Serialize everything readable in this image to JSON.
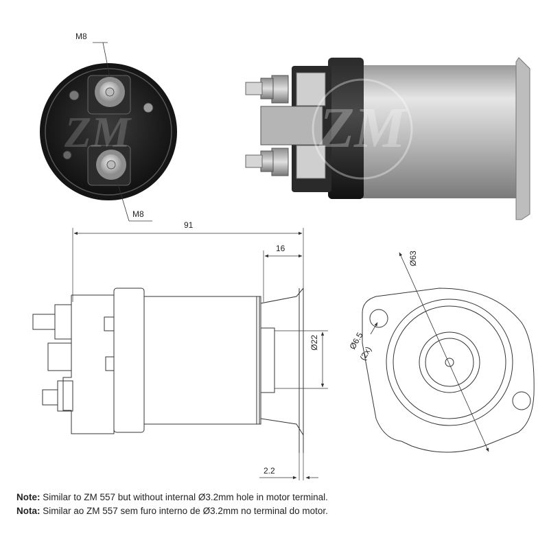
{
  "labels": {
    "thread_top": "M8",
    "thread_bottom": "M8",
    "length_total": "91",
    "flange_depth": "16",
    "bore_diameter": "Ø22",
    "flange_thickness": "2.2",
    "bolt_circle": "Ø63",
    "mount_hole": "Ø6.5",
    "mount_hole_qty": "(2x)"
  },
  "watermark": "ZM",
  "notes": [
    {
      "label": "Note:",
      "text": " Similar to ZM 557 but without internal Ø3.2mm hole in motor terminal."
    },
    {
      "label": "Nota:",
      "text": " Similar ao ZM 557 sem furo interno de Ø3.2mm no terminal do motor."
    }
  ],
  "colors": {
    "line": "#333333",
    "body_metal": "#c8c8c8",
    "dark_cap": "#1e1e1e"
  }
}
